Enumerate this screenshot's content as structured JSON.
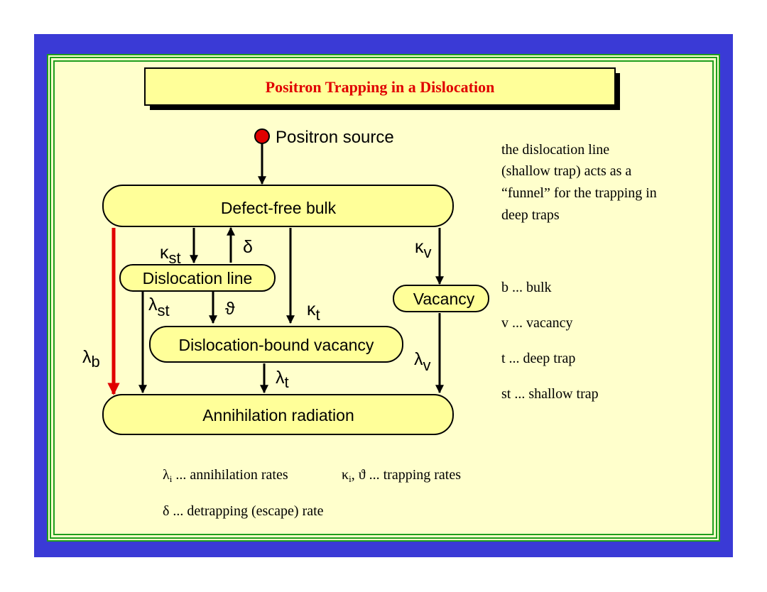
{
  "title": "Positron Trapping in a Dislocation",
  "source_label": "Positron  source",
  "nodes": {
    "bulk": "Defect-free bulk",
    "dislocation_line": "Dislocation  line",
    "vacancy": "Vacancy",
    "dislocation_vacancy": "Dislocation-bound  vacancy",
    "annihilation": "Annihilation radiation"
  },
  "rates": {
    "kappa_st": {
      "sym": "κ",
      "sub": "st"
    },
    "delta": {
      "sym": "δ",
      "sub": ""
    },
    "kappa_v": {
      "sym": "κ",
      "sub": "v"
    },
    "lambda_st": {
      "sym": "λ",
      "sub": "st"
    },
    "theta": {
      "sym": "ϑ",
      "sub": ""
    },
    "kappa_t": {
      "sym": "κ",
      "sub": "t"
    },
    "lambda_b": {
      "sym": "λ",
      "sub": "b"
    },
    "lambda_t": {
      "sym": "λ",
      "sub": "t"
    },
    "lambda_v": {
      "sym": "λ",
      "sub": "v"
    }
  },
  "note_lines": [
    "the dislocation line",
    "(shallow trap) acts as a",
    "“funnel” for the trapping in",
    "deep traps"
  ],
  "abbreviations": [
    "b ... bulk",
    "v ... vacancy",
    "t ... deep trap",
    "st ... shallow trap"
  ],
  "legend": {
    "lambda_i": {
      "sym": "λ",
      "sub": "i",
      "text": " ... annihilation rates"
    },
    "kappa_theta": {
      "sym": "κ",
      "sub": "i",
      "text": ", ϑ ... trapping rates"
    },
    "delta": "δ ... detrapping (escape) rate"
  },
  "colors": {
    "frame": "#3a3ad6",
    "panel": "#ffffcc",
    "border": "#1e9e1e",
    "node_fill": "#ffff99",
    "title_text": "#e00000",
    "source_dot": "#e00000",
    "bulk_annihilation_arrow": "#e00000"
  }
}
